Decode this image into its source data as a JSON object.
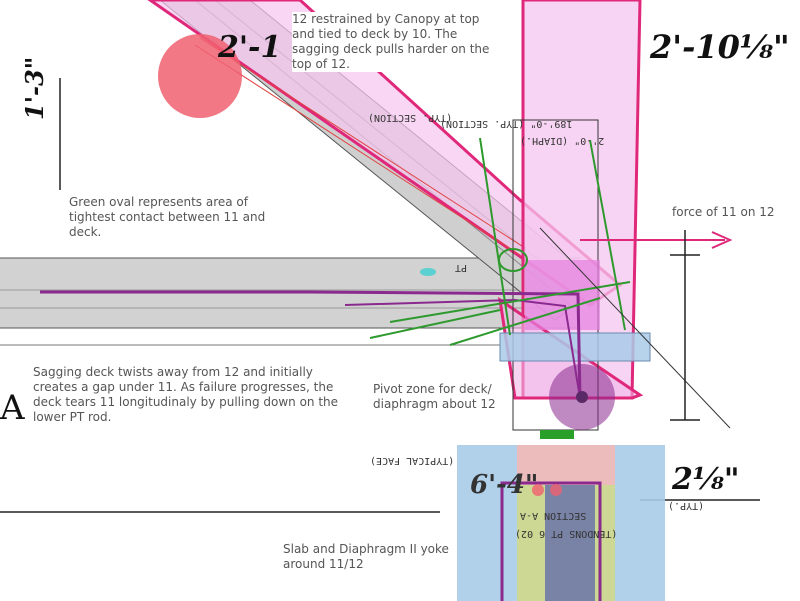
{
  "annotations": {
    "canopy_restraint": "12 restrained by Canopy at top and tied to deck by 10.  The sagging deck pulls harder on the top of 12.",
    "green_oval": "Green oval represents area of tightest contact between 11 and deck.",
    "force": "force of 11 on 12",
    "sagging_deck": "Sagging deck twists away from 12 and initially creates a gap under 11.  As failure progresses, the deck tears 11 longitudinaly by pulling down on the lower PT rod.",
    "pivot_zone": "Pivot zone for deck/ diaphragm about 12",
    "slab_yoke": "Slab and Diaphragm II yoke around 11/12"
  },
  "dimensions": {
    "top_left": "2'-1",
    "top_right": "2'-10⅛\"",
    "left_vertical": "1'-3\"",
    "bottom_right": "2⅛\"",
    "letter_a": "A",
    "bottom_mid": "6'-4\""
  },
  "drawing_labels": {
    "typ_section": "(TYP. SECTION)",
    "typ_section_2": "189'-0\" (TYP. SECTION)",
    "diaph": "2'-0\" (DIAPH.)",
    "typical_face": "(TYPICAL FACE)",
    "section_aa": "SECTION A-A",
    "tendons": "(TENDONS PT 6 02)",
    "pt": "PT",
    "typ": "(TYP.)"
  },
  "colors": {
    "magenta": "#e0287a",
    "pink_fill": "#f6c6f0",
    "purple": "#8a2a8e",
    "green": "#2e9a2e",
    "red_dot": "#f06070",
    "blue_fill": "#a9cbe8",
    "yellow_fill": "#cfd88a",
    "grey_beam": "#c9c9c9",
    "dark_purple": "#5a2a66"
  }
}
